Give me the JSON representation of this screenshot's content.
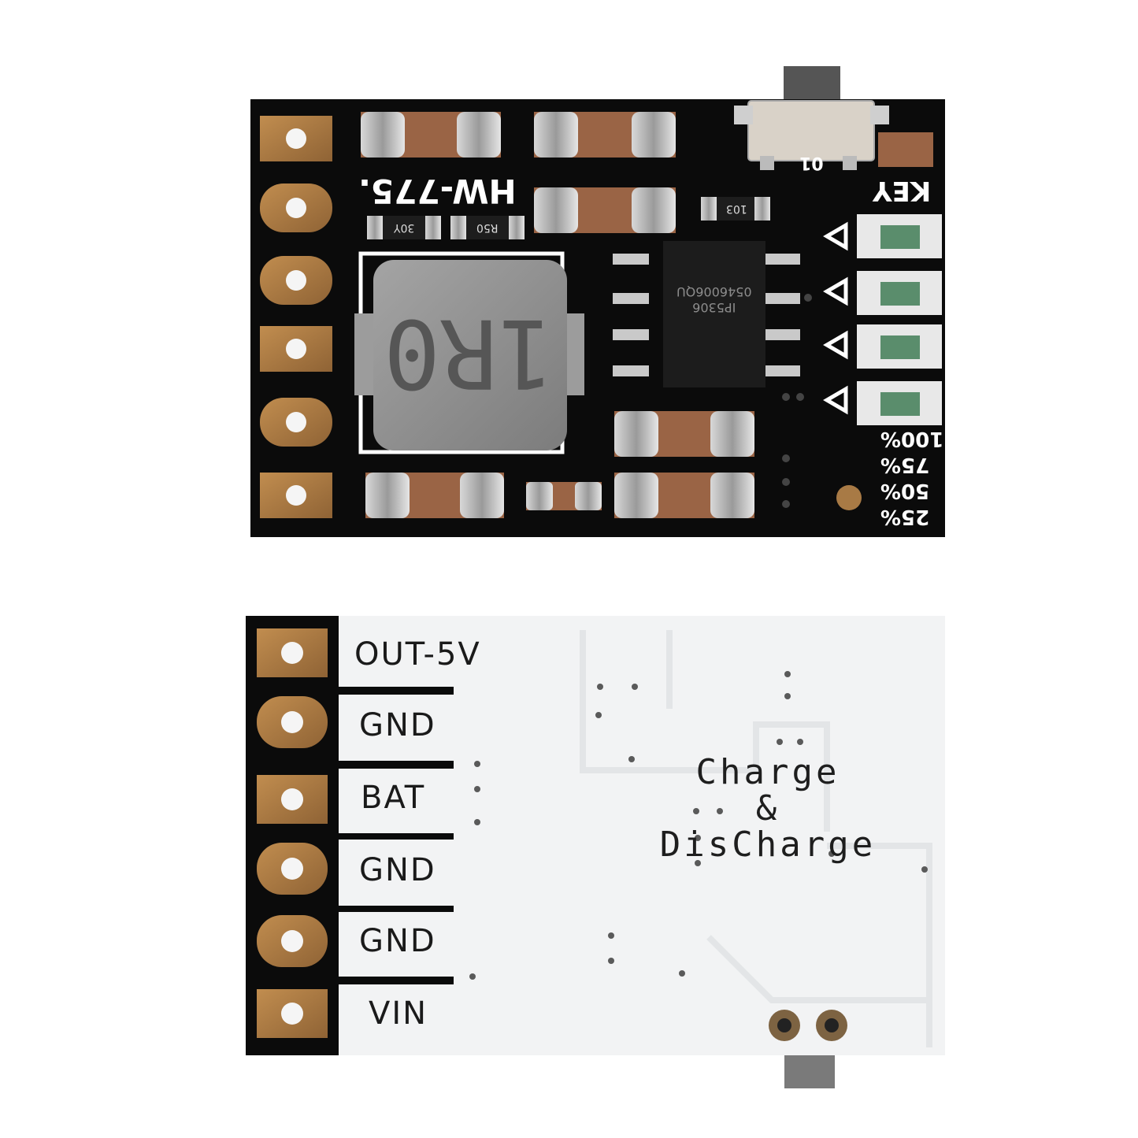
{
  "top_board": {
    "model": "HW-775.",
    "key_label": "KEY",
    "switch_mark": "01",
    "ic_marking_1": "IP5306",
    "ic_marking_2": "0546006QU",
    "inductor_marking": "1R0",
    "resistor_1": "R50",
    "resistor_2": "103",
    "resistor_3": "30Y",
    "led_levels": [
      "100%",
      "75%",
      "50%",
      "25%"
    ]
  },
  "bottom_board": {
    "pins": [
      "OUT-5V",
      "GND",
      "BAT",
      "GND",
      "GND",
      "VIN"
    ],
    "title_line_1": "Charge",
    "title_line_2": "&",
    "title_line_3": "DisCharge"
  },
  "colors": {
    "pcb_black": "#0b0b0b",
    "pcb_white": "#f2f3f4",
    "gold_pad": "#a87a45",
    "ceramic_cap": "#9a6445",
    "inductor": "#8f8f8f"
  }
}
